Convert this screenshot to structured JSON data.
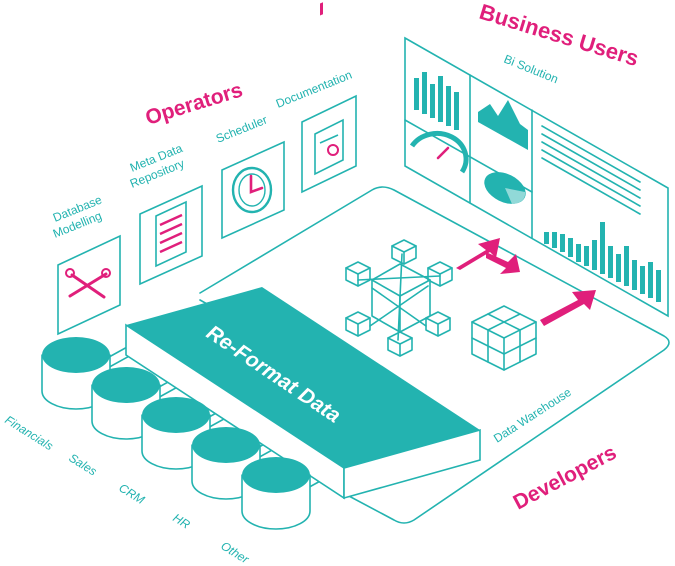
{
  "headings": {
    "business_users": "Business Users",
    "operators": "Operators",
    "developers": "Developers"
  },
  "labels": {
    "bi_solution": "Bi Solution",
    "database_modelling_1": "Database",
    "database_modelling_2": "Modelling",
    "meta_data_1": "Meta Data",
    "meta_data_2": "Repository",
    "scheduler": "Scheduler",
    "documentation": "Documentation",
    "reformat": "Re-Format Data",
    "data_warehouse": "Data Warehouse"
  },
  "sources": [
    "Financials",
    "Sales",
    "CRM",
    "HR",
    "Other"
  ],
  "colors": {
    "teal": "#23b3b0",
    "magenta": "#e01f7b"
  },
  "icons": [
    "wrench-screwdriver-icon",
    "server-list-icon",
    "clock-icon",
    "document-chart-icon",
    "gauge-icon",
    "pie-icon",
    "area-chart-icon",
    "bar-chart-icon",
    "cube-network-icon",
    "cube-stack-icon",
    "arrow-icon",
    "database-icon"
  ]
}
